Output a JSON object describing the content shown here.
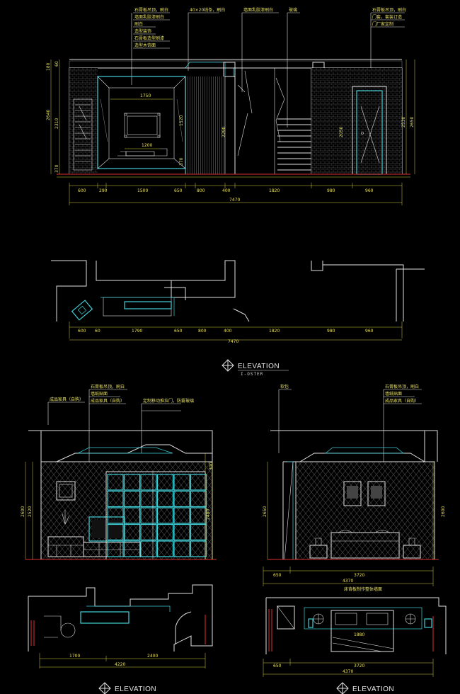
{
  "sheet1": {
    "labels": [
      "石膏板吊顶，刷白",
      "墙面乳胶漆刷白",
      "刷白",
      "造型装饰",
      "石膏板造型刷漆",
      "造型木饰面",
      "40×20线条，刷白",
      "墙面乳胶漆刷白",
      "玻璃",
      "石膏板吊顶，刷白",
      "门套，套装订造",
      "门厂家定制"
    ],
    "left_dims": [
      "180",
      "60",
      "2640",
      "2310",
      "370",
      "2290",
      "1520",
      "370"
    ],
    "right_dims": [
      "2530",
      "2650",
      "2050"
    ],
    "inner_dims": [
      "1750",
      "1200"
    ],
    "bottom_dims": [
      "600",
      "290",
      "1500",
      "650",
      "800",
      "400",
      "1820",
      "980",
      "960"
    ],
    "total": "7470",
    "plan_dims": [
      "600",
      "60",
      "1790",
      "650",
      "800",
      "400",
      "1820",
      "980",
      "960"
    ],
    "plan_total": "7470"
  },
  "title1": {
    "main": "ELEVATION",
    "sub": "I-OSTER"
  },
  "sheet2": {
    "labels": [
      "石膏板吊顶，刷白",
      "墙纸贴面",
      "成品家具（自购）",
      "成品家具（自购）",
      "定制移动推拉门，防雾玻璃"
    ],
    "left_dims": [
      "2600",
      "2520"
    ],
    "right_dims": [
      "2480",
      "300"
    ],
    "bottom_dims": [
      "1700",
      "2400"
    ],
    "bottom_total": "4220"
  },
  "sheet3": {
    "labels": [
      "软包",
      "石膏板吊顶，刷白",
      "墙纸贴面",
      "成品家具（自购）"
    ],
    "left_dims": [
      "2650"
    ],
    "right_dims": [
      "2600"
    ],
    "bottom_dims": [
      "650",
      "3720"
    ],
    "bottom_total": "4370",
    "note": "床背板制作整体墙面",
    "plan_dim": "1880",
    "plan_bottom": [
      "650",
      "3720"
    ],
    "plan_total": "4370"
  },
  "titles_bottom": {
    "left": "ELEVATION",
    "right": "ELEVATION"
  },
  "colors": {
    "wall": "#e0e0e0",
    "accent": "#3fd0d8",
    "dimension": "#e8e060",
    "floor": "#e03030"
  }
}
